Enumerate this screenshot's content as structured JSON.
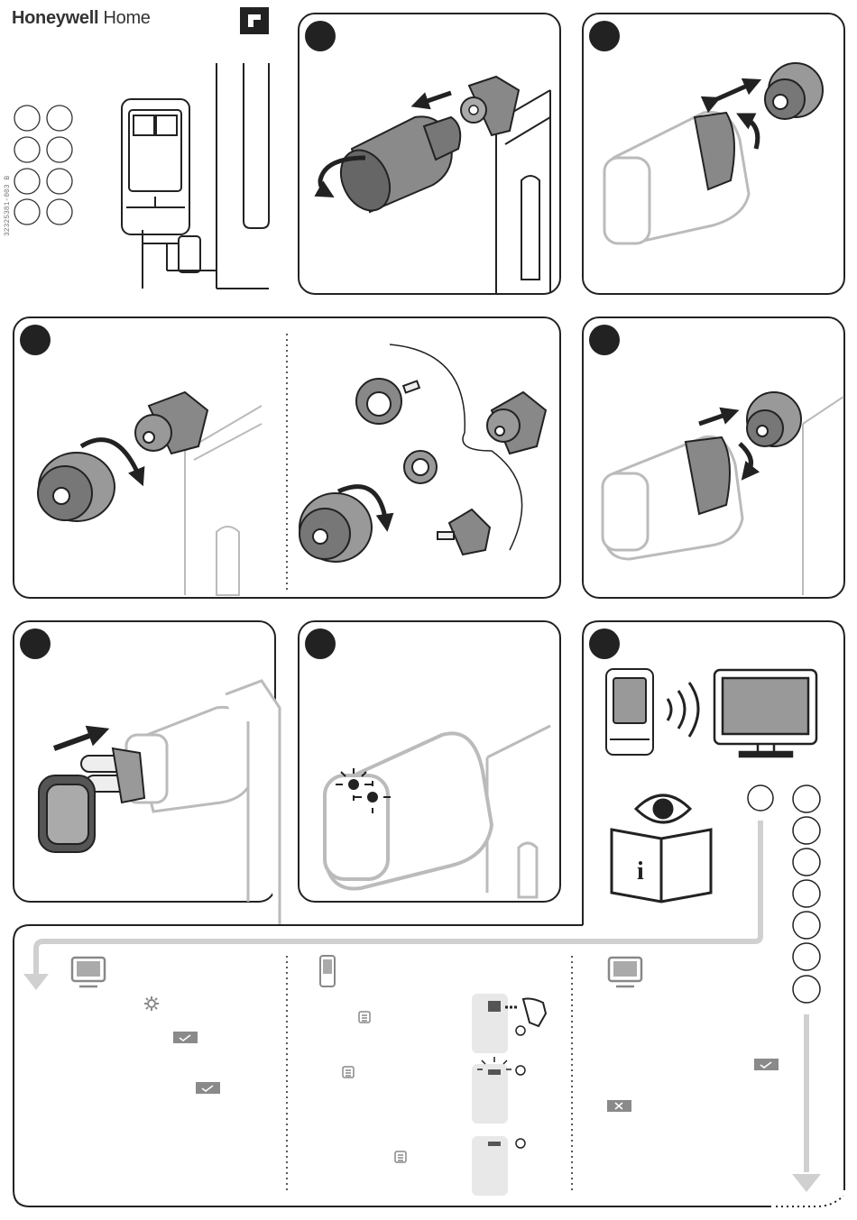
{
  "header": {
    "brand_bold": "Honeywell",
    "brand_light": "Home",
    "doc_number": "32325381-003 B"
  },
  "colors": {
    "ink": "#222222",
    "mid_gray": "#8a8a8a",
    "light_gray": "#cfcfcf",
    "flow_arrow": "#d0d0d0"
  },
  "icons": [
    "honeywell-logo-mark-icon",
    "thermostat-icon",
    "radiator-icon",
    "valve-icon",
    "rotate-arrow-icon",
    "push-arrow-icon",
    "battery-icon",
    "wireless-signal-icon",
    "monitor-icon",
    "eye-icon",
    "info-book-icon",
    "gear-icon",
    "checkmark-button-icon",
    "cross-button-icon",
    "menu-icon",
    "hand-press-icon",
    "clock-icon",
    "blink-icon",
    "flow-arrow-icon"
  ],
  "steps": [
    {
      "id": "step-remove-old-head"
    },
    {
      "id": "step-fit-mount-adapter"
    },
    {
      "id": "step-screw-adapter"
    },
    {
      "id": "step-select-adapter-parts"
    },
    {
      "id": "step-attach-thermostat"
    },
    {
      "id": "step-insert-batteries"
    },
    {
      "id": "step-led-blink"
    },
    {
      "id": "step-pair-with-controller"
    }
  ]
}
